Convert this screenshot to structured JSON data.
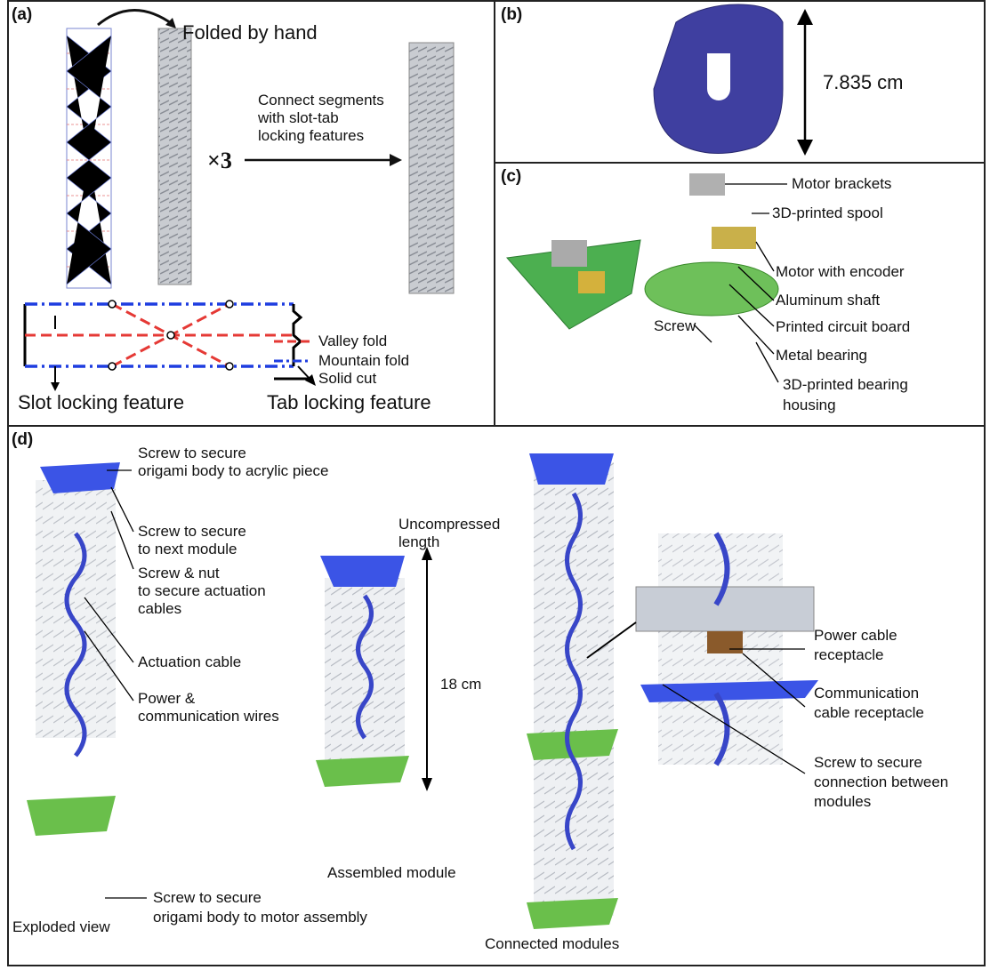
{
  "panel_a": {
    "tag": "(a)",
    "folded_by_hand": "Folded by hand",
    "times_three": "×3",
    "connect_line1": "Connect segments",
    "connect_line2": "with slot-tab",
    "connect_line3": "locking features",
    "legend": {
      "valley": "Valley fold",
      "mountain": "Mountain fold",
      "cut": "Solid cut"
    },
    "slot": "Slot locking feature",
    "tab": "Tab locking feature",
    "colors": {
      "valley": "#e53935",
      "mountain": "#1e3de0",
      "cut": "#000000"
    }
  },
  "panel_b": {
    "tag": "(b)",
    "dimension": "7.835 cm",
    "plate_color": "#3f3fa0"
  },
  "panel_c": {
    "tag": "(c)",
    "labels": {
      "brackets": "Motor brackets",
      "spool": "3D-printed spool",
      "motor": "Motor with encoder",
      "shaft": "Aluminum shaft",
      "pcb": "Printed circuit board",
      "screw": "Screw",
      "bearing": "Metal bearing",
      "housing1": "3D-printed bearing",
      "housing2": "housing"
    }
  },
  "panel_d": {
    "tag": "(d)",
    "top_screw1": "Screw to secure",
    "top_screw2": "origami body to acrylic piece",
    "next1": "Screw to secure",
    "next2": "to next module",
    "nut1": "Screw & nut",
    "nut2": "to secure actuation",
    "nut3": "cables",
    "cable": "Actuation cable",
    "wires1": "Power &",
    "wires2": "communication wires",
    "bottom_screw1": "Screw to secure",
    "bottom_screw2": "origami body to motor assembly",
    "exploded": "Exploded view",
    "uncomp1": "Uncompressed",
    "uncomp2": "length",
    "length": "18 cm",
    "assembled": "Assembled module",
    "connected": "Connected modules",
    "power1": "Power cable",
    "power2": "receptacle",
    "comm1": "Communication",
    "comm2": "cable receptacle",
    "conn1": "Screw to secure",
    "conn2": "connection between",
    "conn3": "modules"
  }
}
